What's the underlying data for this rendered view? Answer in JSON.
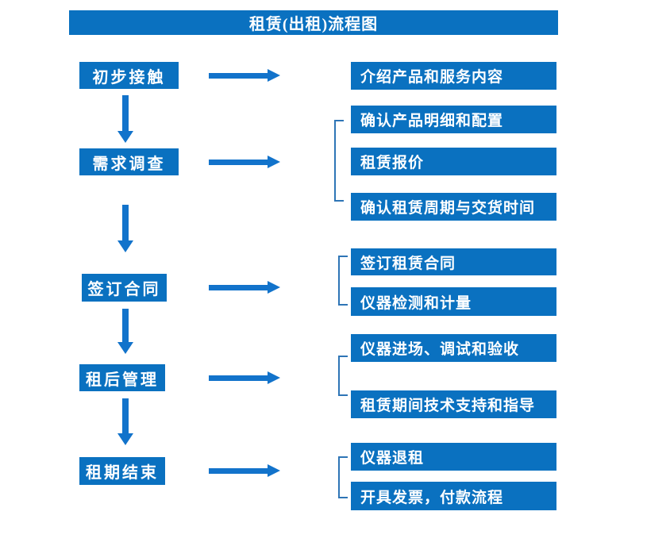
{
  "title": "租赁(出租)流程图",
  "colors": {
    "box_fill": "#0a71c0",
    "arrow": "#1273cb",
    "bracket": "#2e75b6",
    "text": "#ffffff",
    "background": "#ffffff"
  },
  "steps": [
    {
      "label": "初步接触",
      "outputs": [
        "介绍产品和服务内容"
      ]
    },
    {
      "label": "需求调查",
      "outputs": [
        "确认产品明细和配置",
        "租赁报价",
        "确认租赁周期与交货时间"
      ]
    },
    {
      "label": "签订合同",
      "outputs": [
        "签订租赁合同",
        "仪器检测和计量"
      ]
    },
    {
      "label": "租后管理",
      "outputs": [
        "仪器进场、调试和验收",
        "租赁期间技术支持和指导"
      ]
    },
    {
      "label": "租期结束",
      "outputs": [
        "仪器退租",
        "开具发票，付款流程"
      ]
    }
  ]
}
